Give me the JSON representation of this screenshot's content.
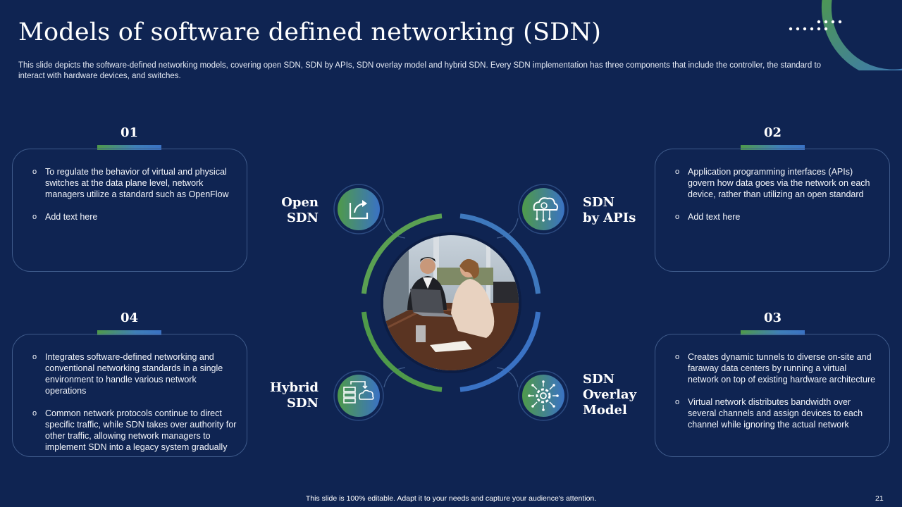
{
  "slide": {
    "title": "Models of software defined networking (SDN)",
    "subtitle": "This slide depicts the software-defined networking models, covering open SDN, SDN by APIs, SDN overlay model and hybrid SDN. Every SDN implementation has three components that include the controller, the standard to interact with hardware devices, and switches.",
    "footer": "This slide is 100% editable. Adapt it to your needs and capture your audience's attention.",
    "page_number": "21"
  },
  "colors": {
    "background": "#0f2452",
    "accent_green": "#4f9a4a",
    "accent_blue": "#3a72c4"
  },
  "models": [
    {
      "number": "01",
      "label_line1": "Open",
      "label_line2": "SDN",
      "icon": "share-export-icon",
      "bullets": [
        "To regulate the behavior of virtual and physical switches at the data plane level, network managers utilize a standard such as OpenFlow",
        "Add text here"
      ]
    },
    {
      "number": "02",
      "label_line1": "SDN",
      "label_line2": "by APIs",
      "icon": "cloud-network-icon",
      "bullets": [
        "Application programming interfaces (APIs) govern how data goes via the network on each device, rather than utilizing an open standard",
        "Add text here"
      ]
    },
    {
      "number": "03",
      "label_line1": "SDN",
      "label_line2": "Overlay",
      "label_line3": "Model",
      "icon": "gear-network-icon",
      "bullets": [
        "Creates dynamic tunnels to diverse on-site and faraway data centers by running a virtual network on top of existing hardware architecture",
        "Virtual network distributes bandwidth over several channels and assign devices to each channel while ignoring the actual network"
      ]
    },
    {
      "number": "04",
      "label_line1": "Hybrid",
      "label_line2": "SDN",
      "icon": "server-cloud-icon",
      "bullets": [
        "Integrates software-defined networking and conventional networking standards in a single environment to handle various network operations",
        "Common network protocols continue to direct specific traffic, while SDN takes over authority for other traffic, allowing network managers to implement SDN into a legacy system gradually"
      ]
    }
  ],
  "center_image": "business-meeting-photo"
}
